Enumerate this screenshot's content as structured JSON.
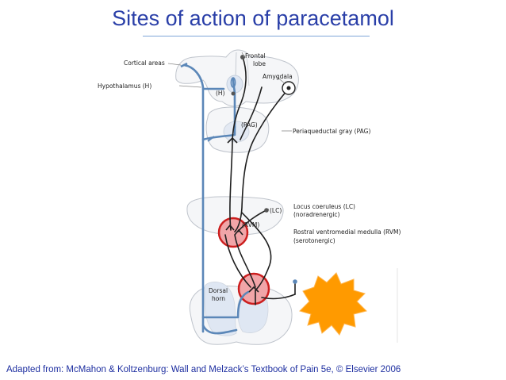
{
  "title": "Sites of action of paracetamol",
  "caption": "Adapted from: McMahon & Koltzenburg: Wall and Melzack’s Textbook of Pain 5e, © Elsevier 2006",
  "labels": {
    "cortical_areas": "Cortical areas",
    "frontal_lobe_1": "Frontal",
    "frontal_lobe_2": "lobe",
    "amygdala": "Amygdala",
    "hypothalamus": "Hypothalamus (H)",
    "h_short": "(H)",
    "pag_short": "(PAG)",
    "pag_full": "Periaqueductal gray (PAG)",
    "lc_short": "(LC)",
    "lc_full": "Locus coeruleus (LC)",
    "lc_type": "(noradrenergic)",
    "rvm_short": "(RVM)",
    "rvm_full": "Rostral ventromedial medulla (RVM)",
    "rvm_type": "(serotonergic)",
    "dorsal_horn_1": "Dorsal",
    "dorsal_horn_2": "horn"
  },
  "colors": {
    "title": "#2a3fa8",
    "caption": "#1d2ea0",
    "tissue_fill": "#f5f6f8",
    "tissue_stroke": "#bfc4cc",
    "blue_pathway": "#5b87b8",
    "dark_pathway": "#1f1f1f",
    "highlight_circle": "#cc1f1f",
    "highlight_fill": "#f1a5a8",
    "pain_burst": "#ff9a00"
  },
  "icons": {
    "pain_stimulus": "pain-burst-icon",
    "site_marker": "highlight-circle-icon"
  }
}
